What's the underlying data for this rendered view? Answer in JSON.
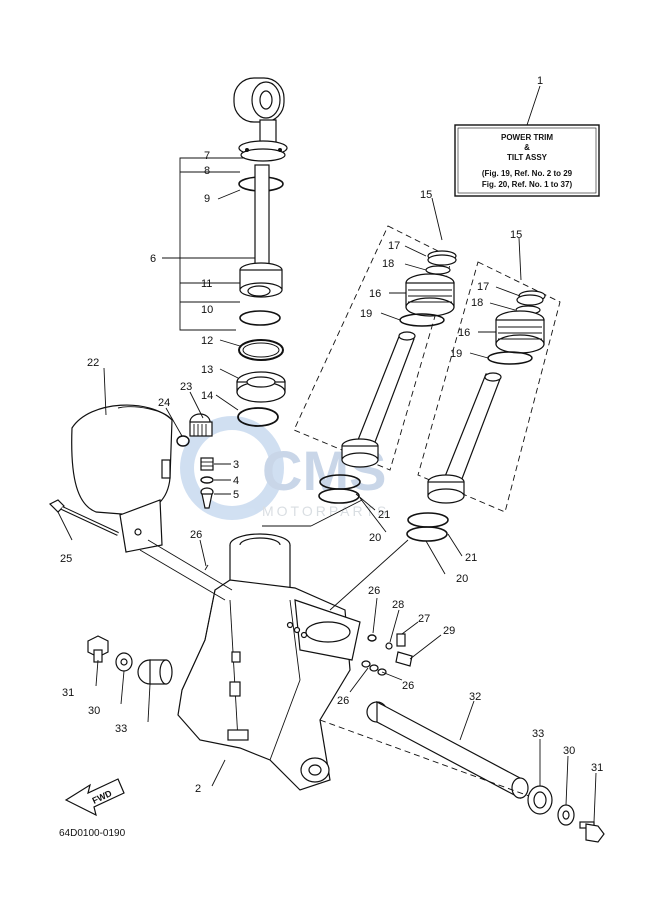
{
  "assembly_box": {
    "ref": "1",
    "line1": "POWER TRIM",
    "line2": "&",
    "line3": "TILT ASSY",
    "line4": "(Fig. 19, Ref. No. 2 to 29",
    "line5": "Fig. 20, Ref. No. 1 to 37)"
  },
  "callouts": {
    "c2": "2",
    "c3": "3",
    "c4": "4",
    "c5": "5",
    "c6": "6",
    "c7": "7",
    "c8": "8",
    "c9": "9",
    "c10a": "10",
    "c11": "11",
    "c12": "12",
    "c13": "13",
    "c14": "14",
    "c15a": "15",
    "c15b": "15",
    "c16a": "16",
    "c16b": "16",
    "c17a": "17",
    "c17b": "17",
    "c18a": "18",
    "c18b": "18",
    "c19a": "19",
    "c19b": "19",
    "c20a": "20",
    "c20b": "20",
    "c21a": "21",
    "c21b": "21",
    "c22": "22",
    "c23": "23",
    "c24": "24",
    "c25": "25",
    "c26a": "26",
    "c26b": "26",
    "c26c": "26",
    "c26d": "26",
    "c27": "27",
    "c28": "28",
    "c29": "29",
    "c30a": "30",
    "c30b": "30",
    "c31a": "31",
    "c31b": "31",
    "c32": "32",
    "c33a": "33",
    "c33b": "33"
  },
  "fwd_label": "FWD",
  "diagram_code": "64D0100-0190",
  "watermark": {
    "brand": "CMS",
    "sub": "MOTORPARTS"
  }
}
